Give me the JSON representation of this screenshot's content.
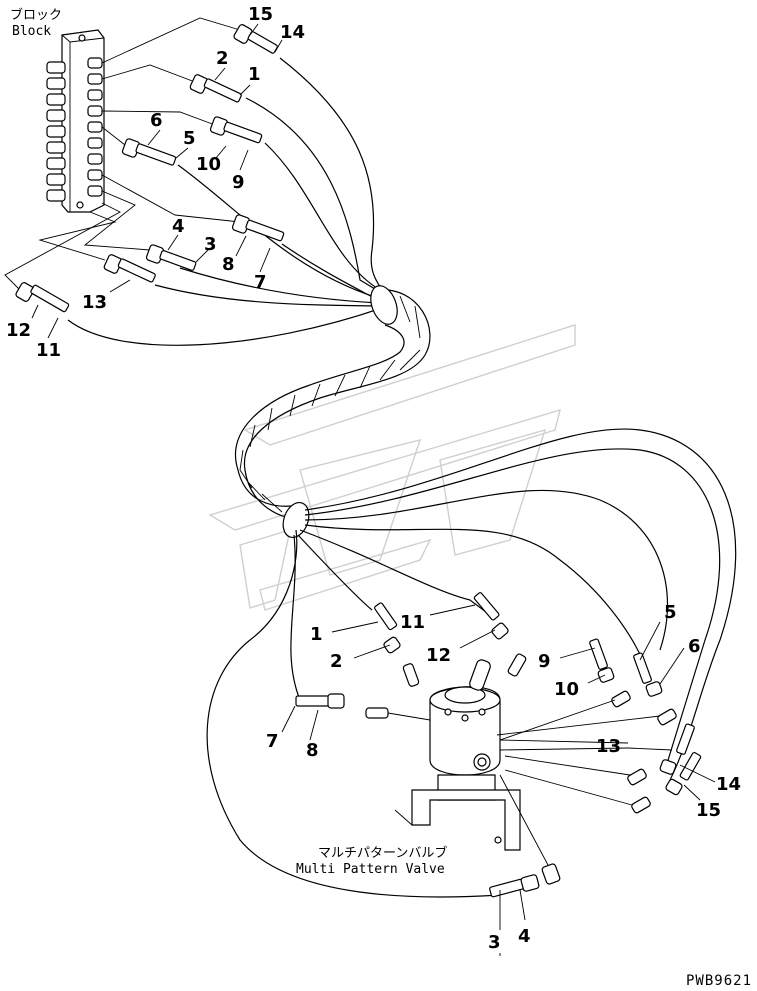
{
  "labels": {
    "block_jp": "ブロック",
    "block_en": "Block",
    "valve_jp": "マルチパターンバルブ",
    "valve_en": "Multi Pattern Valve",
    "drawing_code": "PWB9621"
  },
  "callouts": {
    "top": {
      "n15": "15",
      "n14": "14",
      "n2": "2",
      "n1": "1",
      "n6": "6",
      "n5": "5",
      "n10": "10",
      "n9": "9",
      "n4": "4",
      "n3": "3",
      "n8": "8",
      "n7": "7",
      "n13": "13",
      "n12": "12",
      "n11": "11"
    },
    "bottom": {
      "n11": "11",
      "n12": "12",
      "n1": "1",
      "n2": "2",
      "n9": "9",
      "n10": "10",
      "n5": "5",
      "n6": "6",
      "n7": "7",
      "n8": "8",
      "n13": "13",
      "n14": "14",
      "n15": "15",
      "n3": "3",
      "n4": "4"
    }
  }
}
